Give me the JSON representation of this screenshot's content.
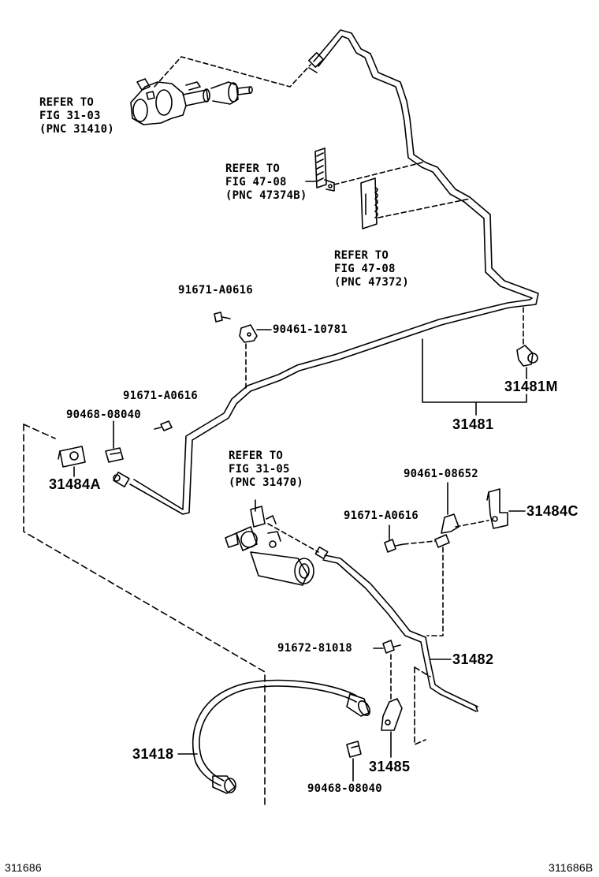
{
  "colors": {
    "line": "#000000",
    "background": "#ffffff"
  },
  "references": {
    "master_cylinder": {
      "line1": "REFER TO",
      "line2": "FIG 31-03",
      "line3": "(PNC 31410)"
    },
    "clamp_b": {
      "line1": "REFER TO",
      "line2": "FIG 47-08",
      "line3": "(PNC 47374B)"
    },
    "clamp": {
      "line1": "REFER TO",
      "line2": "FIG 47-08",
      "line3": "(PNC 47372)"
    },
    "release_cylinder": {
      "line1": "REFER TO",
      "line2": "FIG 31-05",
      "line3": "(PNC 31470)"
    }
  },
  "parts": {
    "p91671_top": "91671-A0616",
    "p90461_10781": "90461-10781",
    "p31481m": "31481M",
    "p31481": "31481",
    "p91671_mid": "91671-A0616",
    "p90468_upper": "90468-08040",
    "p31484a": "31484A",
    "p90461_08652": "90461-08652",
    "p91671_right": "91671-A0616",
    "p31484c": "31484C",
    "p91672": "91672-81018",
    "p31482": "31482",
    "p31418": "31418",
    "p31485": "31485",
    "p90468_lower": "90468-08040"
  },
  "footer": {
    "left_code": "311686",
    "right_code": "311686B"
  }
}
